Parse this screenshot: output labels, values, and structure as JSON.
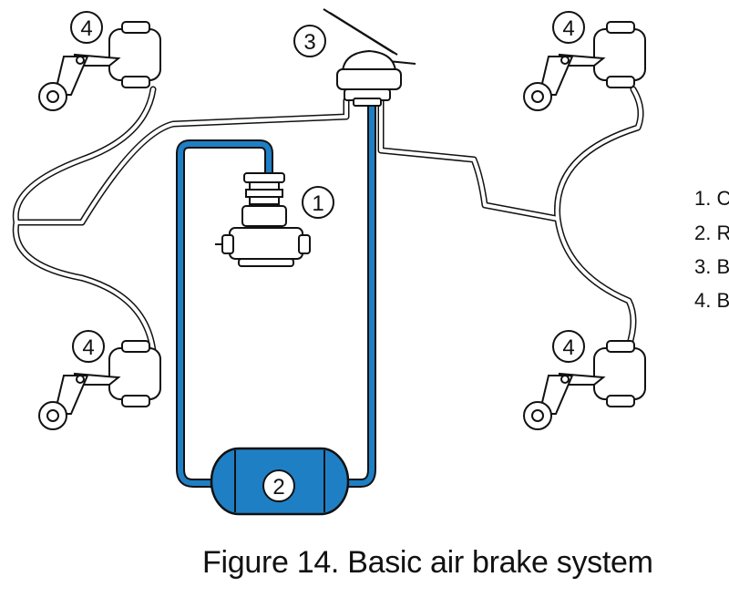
{
  "caption": "Figure 14. Basic air brake system",
  "callouts": {
    "compressor": "1",
    "reservoir": "2",
    "brake_pedal": "3",
    "brake_chamber_front_left": "4",
    "brake_chamber_rear_left": "4",
    "brake_chamber_front_right": "4",
    "brake_chamber_rear_right": "4"
  },
  "legend": [
    "1. C",
    "2. R",
    "3. B",
    "4. B"
  ],
  "colors": {
    "air_line": "#1f7fc4",
    "reservoir": "#1f7fc4",
    "outline": "#111111"
  }
}
